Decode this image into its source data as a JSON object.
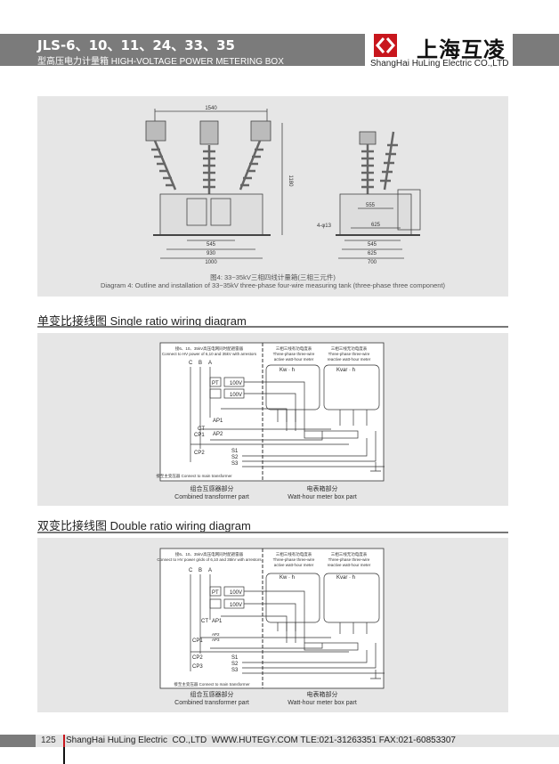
{
  "header": {
    "title": "JLS-6、10、11、24、33、35",
    "subtitle": "型高压电力计量箱 HIGH-VOLTAGE POWER METERING BOX",
    "logo_cn": "上海互凌",
    "logo_en": "ShangHai HuLing Electric  CO.,LTD",
    "brand_color": "#c8161d"
  },
  "figure4": {
    "dims": {
      "top": "1540",
      "height": "1180",
      "w545": "545",
      "w930": "930",
      "w1000": "1000",
      "side555": "555",
      "side625a": "625",
      "side545": "545",
      "side625b": "625",
      "side700": "700",
      "hole": "4-φ13"
    },
    "caption_cn": "图4: 33~35kV三相四线计量箱(三相三元件)",
    "caption_en": "Diagram 4: Outline and installation of 33~35kV three-phase four-wire measuring tank (three-phase three component)"
  },
  "single": {
    "heading": "单变比接线图  Single ratio wiring diagram",
    "connect_cn": "接6、10、35kV高压电网同时配避雷器",
    "connect_en": "Connect to HV power of 6,10 and 35kV with arrestors",
    "meter1_cn": "三相三线有功电度表",
    "meter1_en1": "Three-phase three-wire",
    "meter1_en2": "active watt-hour meter",
    "meter2_cn": "三相三线无功电度表",
    "meter2_en1": "Three-phase three-wire",
    "meter2_en2": "reactive watt-hour meter",
    "kwh": "Kw · h",
    "kvarh": "Kvar · h",
    "phases": [
      "C",
      "B",
      "A"
    ],
    "pt": "PT",
    "ct": "CT",
    "v1": "100V",
    "v2": "100V",
    "ap1": "AP1",
    "ap2": "AP2",
    "cp1": "CP1",
    "cp2": "CP2",
    "s": [
      "S1",
      "S2",
      "S3"
    ],
    "transformer": "接至主变压器 Connect to main transformer",
    "left_cn": "组合互感器部分",
    "left_en": "Combined transformer part",
    "right_cn": "电表箱部分",
    "right_en": "Watt-hour meter box part"
  },
  "double": {
    "heading": "双变比接线图  Double ratio wiring diagram",
    "connect_cn": "接6、10、35kV高压电网同时配避雷器",
    "connect_en": "Connect to HV power grids of 6,10 and 35kV with arrestors",
    "meter1_cn": "三相三线有功电度表",
    "meter1_en1": "Three-phase three-wire",
    "meter1_en2": "active watt-hour meter",
    "meter2_cn": "三相三线无功电度表",
    "meter2_en1": "Three-phase three-wire",
    "meter2_en2": "reactive watt-hour meter",
    "kwh": "Kw · h",
    "kvarh": "Kvar · h",
    "phases": [
      "C",
      "B",
      "A"
    ],
    "pt": "PT",
    "ct": "CT",
    "v1": "100V",
    "v2": "100V",
    "ap1": "AP1",
    "ap2": "AP2",
    "ap3": "AP3",
    "cp1": "CP1",
    "cp2": "CP2",
    "cp3": "CP3",
    "s": [
      "S1",
      "S2",
      "S3"
    ],
    "transformer": "接至主变压器 Connect to main transformer",
    "left_cn": "组合互感器部分",
    "left_en": "Combined transformer part",
    "right_cn": "电表箱部分",
    "right_en": "Watt-hour meter box part"
  },
  "footer": {
    "page": "125",
    "text": "ShangHai HuLing Electric  CO.,LTD  WWW.HUTEGY.COM TLE:021-31263351 FAX:021-60853307"
  }
}
